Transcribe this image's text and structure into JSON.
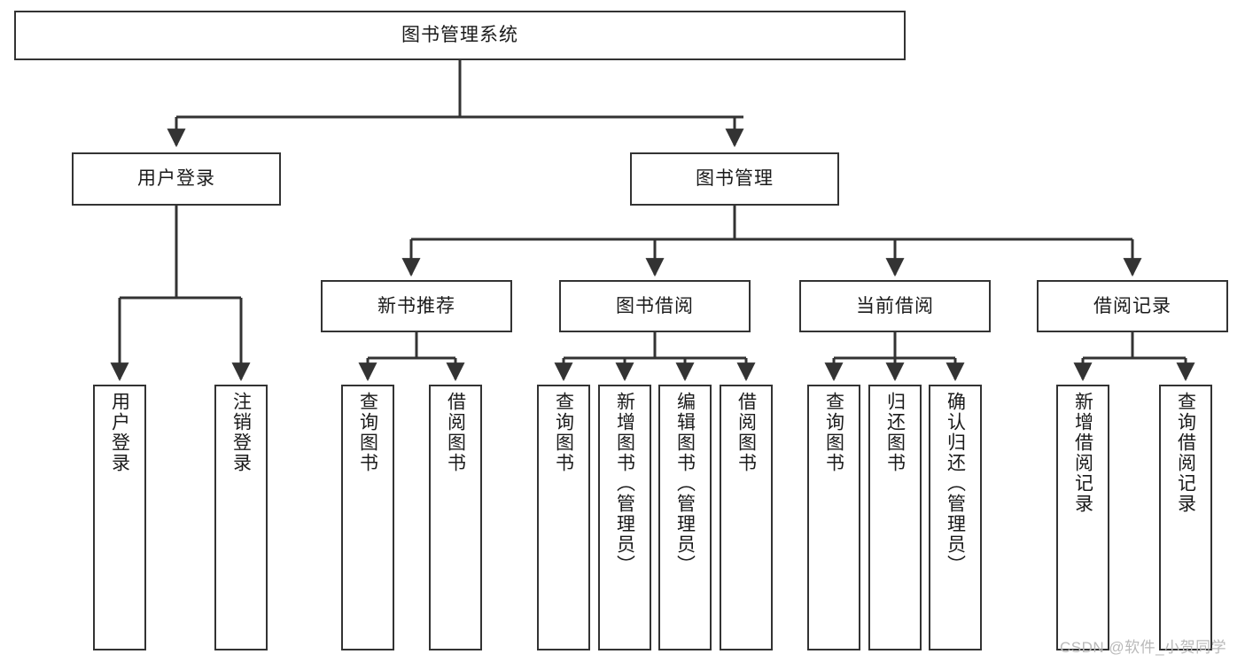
{
  "diagram": {
    "title": "图书管理系统",
    "type": "tree-hierarchy-chart",
    "line_color": "#333333",
    "box_fill": "#ffffff",
    "text_color": "#1a1a1a"
  },
  "root": {
    "label": "图书管理系统"
  },
  "level2": [
    {
      "label": "用户登录"
    },
    {
      "label": "图书管理"
    }
  ],
  "level3": [
    {
      "label": "新书推荐"
    },
    {
      "label": "图书借阅"
    },
    {
      "label": "当前借阅"
    },
    {
      "label": "借阅记录"
    }
  ],
  "leaves": {
    "user_login": [
      {
        "label": "用户登录"
      },
      {
        "label": "注销登录"
      }
    ],
    "new_book_recommend": [
      {
        "label": "查询图书"
      },
      {
        "label": "借阅图书"
      }
    ],
    "book_borrow": [
      {
        "label": "查询图书"
      },
      {
        "label": "新增图书（管理员）"
      },
      {
        "label": "编辑图书（管理员）"
      },
      {
        "label": "借阅图书"
      }
    ],
    "current_borrow": [
      {
        "label": "查询图书"
      },
      {
        "label": "归还图书"
      },
      {
        "label": "确认归还（管理员）"
      }
    ],
    "borrow_record": [
      {
        "label": "新增借阅记录"
      },
      {
        "label": "查询借阅记录"
      }
    ]
  },
  "watermark": {
    "text": "CSDN @软件_小贺同学"
  }
}
